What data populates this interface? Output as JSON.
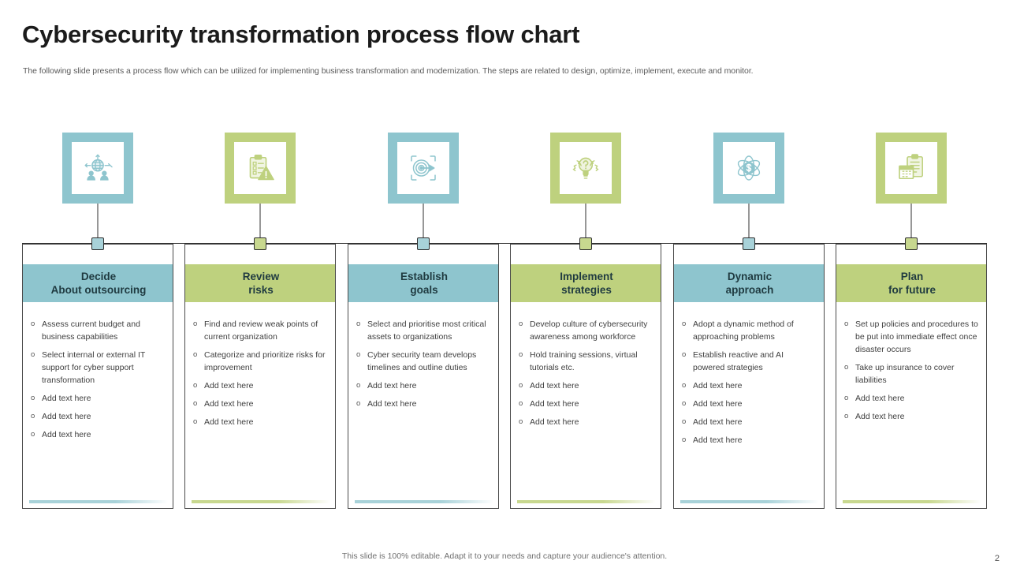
{
  "slide": {
    "title": "Cybersecurity transformation process flow chart",
    "subtitle": "The following slide presents a process flow which can be utilized for implementing business transformation and modernization. The steps are related to design, optimize, implement, execute and monitor.",
    "footer_note": "This slide is 100% editable. Adapt it to your needs and capture your audience's attention.",
    "page_number": "2",
    "bullet_mark": "o"
  },
  "colors": {
    "teal": "#8ec5ce",
    "green": "#bed17e",
    "teal_light": "#a8d2d9",
    "green_light": "#c8d88f",
    "heading_text": "#1f3a40",
    "body_text": "#3f3f3f",
    "connector": "#2f2f2f",
    "card_border": "#4a4a4a"
  },
  "steps": [
    {
      "id": "decide-about-outsourcing",
      "heading_line1": "Decide",
      "heading_line2": "About outsourcing",
      "accent": "teal",
      "icon": "globe-network-people-icon",
      "bullets": [
        "Assess current budget and business capabilities",
        "Select internal or external IT support for cyber support transformation",
        "Add text here",
        "Add text here",
        "Add text here"
      ]
    },
    {
      "id": "review-risks",
      "heading_line1": "Review",
      "heading_line2": "risks",
      "accent": "green",
      "icon": "clipboard-warning-icon",
      "bullets": [
        "Find and review weak points of current organization",
        "Categorize and prioritize risks for improvement",
        "Add text here",
        "Add text here",
        "Add text here"
      ]
    },
    {
      "id": "establish-goals",
      "heading_line1": "Establish",
      "heading_line2": "goals",
      "accent": "teal",
      "icon": "target-arrow-icon",
      "bullets": [
        "Select and prioritise most critical assets to organizations",
        "Cyber security team develops timelines and outline duties",
        "Add text here",
        "Add text here"
      ]
    },
    {
      "id": "implement-strategies",
      "heading_line1": "Implement",
      "heading_line2": "strategies",
      "accent": "green",
      "icon": "lightbulb-gears-question-icon",
      "bullets": [
        "Develop culture of cybersecurity awareness among workforce",
        "Hold training sessions, virtual tutorials etc.",
        "Add text here",
        "Add text here",
        "Add text here"
      ]
    },
    {
      "id": "dynamic-approach",
      "heading_line1": "Dynamic",
      "heading_line2": "approach",
      "accent": "teal",
      "icon": "atom-dollar-icon",
      "bullets": [
        "Adopt a dynamic method of approaching problems",
        "Establish reactive and AI powered strategies",
        "Add text here",
        "Add text here",
        "Add text here",
        "Add text here"
      ]
    },
    {
      "id": "plan-for-future",
      "heading_line1": "Plan",
      "heading_line2": "for future",
      "accent": "green",
      "icon": "clipboard-calendar-icon",
      "bullets": [
        "Set up policies and procedures to be put into immediate effect once disaster occurs",
        "Take up insurance to cover liabilities",
        "Add text here",
        "Add text here"
      ]
    }
  ]
}
